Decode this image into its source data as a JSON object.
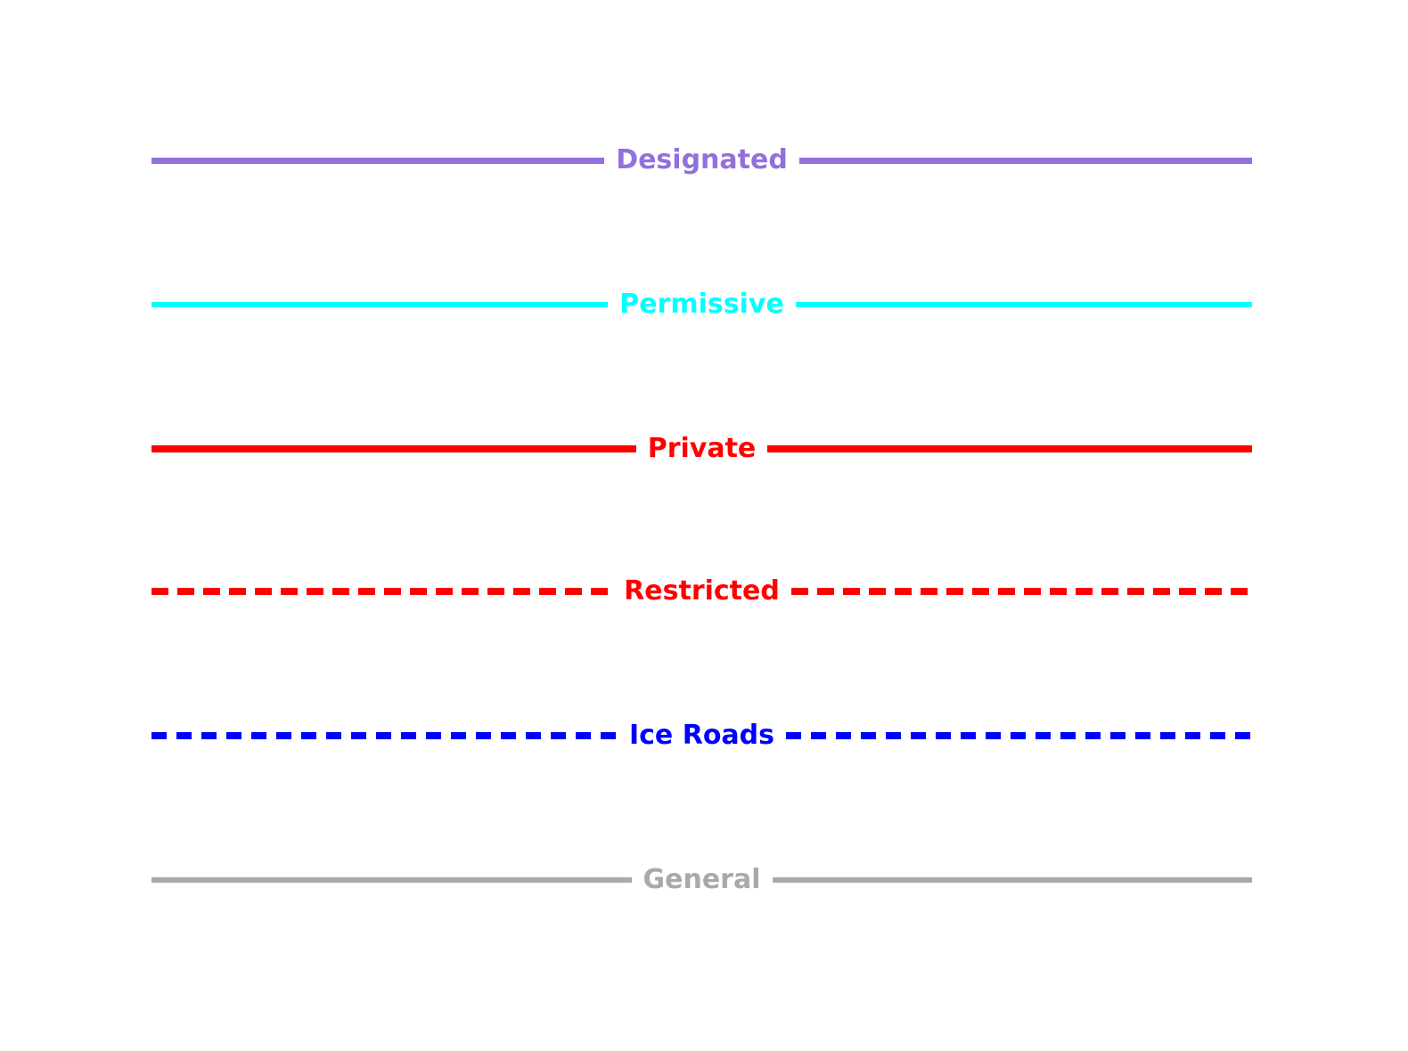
{
  "figure": {
    "background": "#ffffff",
    "line_left_x": 170,
    "line_right_x": 1405,
    "row_centers_y": [
      180,
      342,
      504,
      664,
      826,
      988
    ]
  },
  "legend": {
    "items": [
      {
        "label": "Designated",
        "color": "#9370DB",
        "style": "solid",
        "thickness": 7,
        "dash": 0,
        "gap": 0
      },
      {
        "label": "Permissive",
        "color": "#00FFFF",
        "style": "solid",
        "thickness": 6,
        "dash": 0,
        "gap": 0
      },
      {
        "label": "Private",
        "color": "#FF0000",
        "style": "solid",
        "thickness": 8,
        "dash": 0,
        "gap": 0
      },
      {
        "label": "Restricted",
        "color": "#FF0000",
        "style": "dashed",
        "thickness": 8,
        "dash": 19,
        "gap": 10
      },
      {
        "label": "Ice Roads",
        "color": "#0000FF",
        "style": "dashed",
        "thickness": 8,
        "dash": 17,
        "gap": 11
      },
      {
        "label": "General",
        "color": "#A9A9A9",
        "style": "solid",
        "thickness": 6,
        "dash": 0,
        "gap": 0
      }
    ]
  },
  "chart_data": {
    "type": "line",
    "title": "",
    "xlabel": "",
    "ylabel": "",
    "grid": false,
    "legend_position": "inline labels centered on each line, rows stacked vertically",
    "series": [
      {
        "name": "Designated",
        "color": "#9370DB",
        "linestyle": "solid"
      },
      {
        "name": "Permissive",
        "color": "#00FFFF",
        "linestyle": "solid"
      },
      {
        "name": "Private",
        "color": "#FF0000",
        "linestyle": "solid"
      },
      {
        "name": "Restricted",
        "color": "#FF0000",
        "linestyle": "dashed"
      },
      {
        "name": "Ice Roads",
        "color": "#0000FF",
        "linestyle": "dashed"
      },
      {
        "name": "General",
        "color": "#A9A9A9",
        "linestyle": "solid"
      }
    ]
  }
}
